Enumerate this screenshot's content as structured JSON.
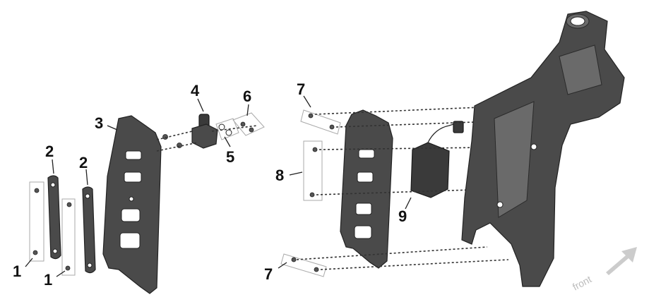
{
  "callouts": {
    "c1a": "1",
    "c1b": "1",
    "c2a": "2",
    "c2b": "2",
    "c3": "3",
    "c4": "4",
    "c5": "5",
    "c6": "6",
    "c7a": "7",
    "c7b": "7",
    "c8": "8",
    "c9": "9"
  },
  "direction_label": "front",
  "colors": {
    "part": "#4a4a4a",
    "arrow": "#cccccc"
  }
}
